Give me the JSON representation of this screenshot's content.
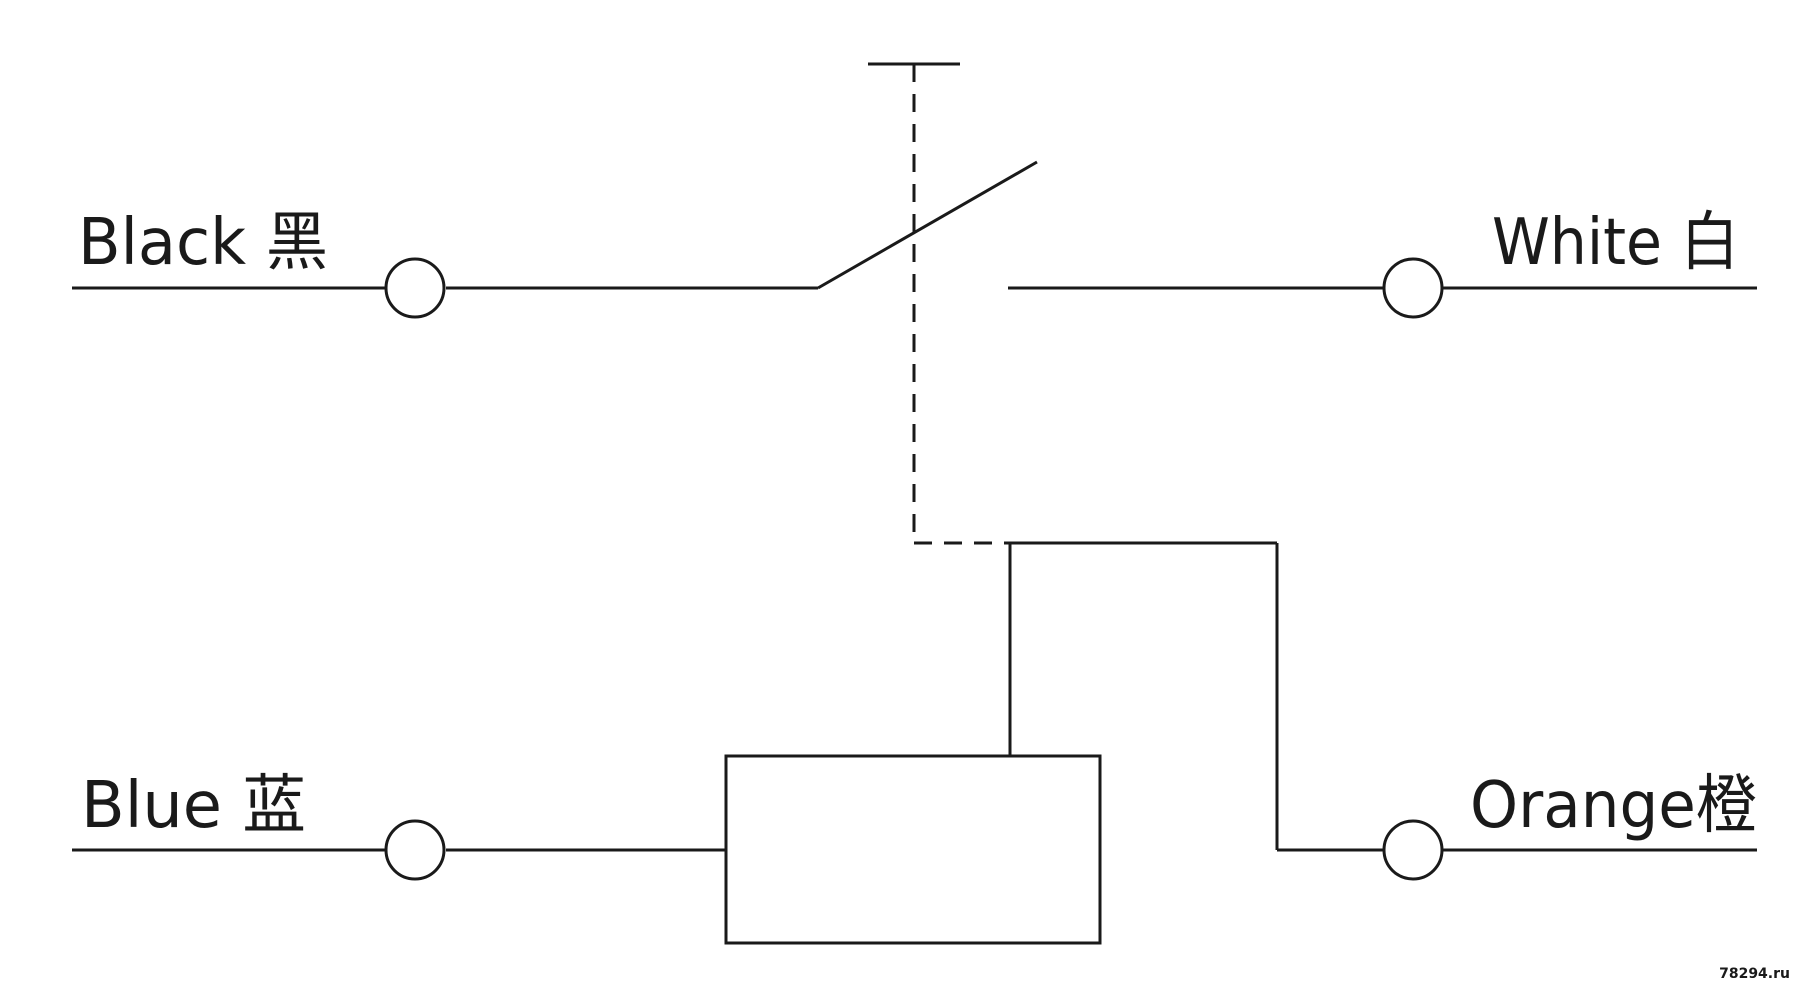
{
  "labels": {
    "black": "Black 黑",
    "white": "White 白",
    "blue": "Blue 蓝",
    "orange": "Orange橙"
  },
  "watermark": "78294.ru",
  "colors": {
    "line": "#1a1a1a",
    "background": "#ffffff"
  }
}
